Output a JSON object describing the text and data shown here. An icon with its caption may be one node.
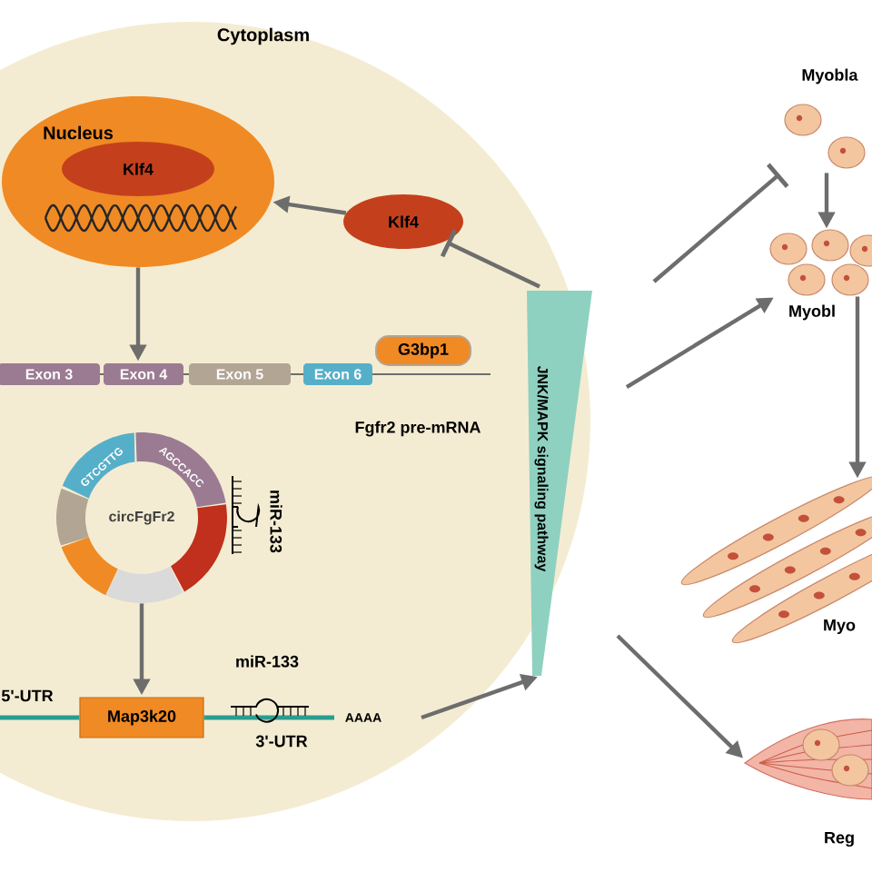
{
  "diagram": {
    "nodes": [
      {
        "text": [
          "Cytoplasm"
        ]
      },
      {
        "text": [
          "Nucleus"
        ],
        "in": 0
      },
      {
        "text": [
          "Klf4"
        ],
        "in": 1
      },
      {
        "text": [
          "Klf4"
        ],
        "in": 0
      },
      {
        "text": [
          "JNK/MAPK signaling pathway"
        ],
        "in": 0
      },
      {
        "text": [
          "G3bp1"
        ],
        "in": 0
      },
      {
        "text": [
          "Exon 3"
        ],
        "in": 0
      },
      {
        "text": [
          "Exon 4"
        ],
        "in": 0
      },
      {
        "text": [
          "Exon 5"
        ],
        "in": 0
      },
      {
        "text": [
          "Exon 6"
        ],
        "in": 0
      },
      {
        "text": [
          "circFgFr2",
          "GTCGTTG",
          "AGCCACC"
        ],
        "in": 0
      },
      {
        "text": [
          "Map3k20"
        ],
        "in": 0
      },
      {
        "text": [],
        "shape": "picture",
        "beside": [
          "Myobla"
        ]
      },
      {
        "text": [],
        "shape": "picture",
        "beside": [
          "Myobl"
        ]
      },
      {
        "text": [],
        "shape": "picture",
        "beside": [
          "Myo"
        ]
      },
      {
        "text": [],
        "shape": "picture",
        "beside": [
          "Reg"
        ]
      }
    ],
    "edges": [
      {
        "from": 3,
        "to": 1,
        "arrow": "to"
      },
      {
        "from": 4,
        "to": 3,
        "arrow": "other"
      },
      {
        "from": 1,
        "to": 7,
        "arrow": "to"
      },
      {
        "from": 10,
        "to": 11,
        "arrow": "to"
      },
      {
        "from": null,
        "to": 4,
        "arrow": "to"
      },
      {
        "from": null,
        "to": 12,
        "arrow": "other"
      },
      {
        "from": null,
        "to": 13,
        "arrow": "to"
      },
      {
        "from": null,
        "to": 15,
        "arrow": "to"
      },
      {
        "from": 12,
        "to": 13,
        "arrow": "to"
      },
      {
        "from": 13,
        "to": 14,
        "arrow": "to"
      }
    ],
    "labels": [
      "Fgfr2 pre-mRNA",
      "miR-133",
      "miR-133",
      "5'-UTR",
      "AAAA",
      "3'-UTR"
    ]
  }
}
